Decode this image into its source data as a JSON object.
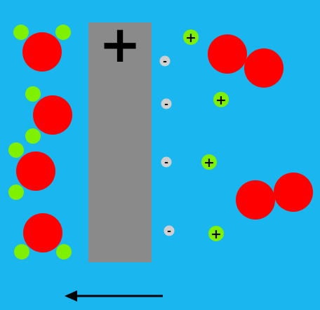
{
  "colors": {
    "water": "#1ab6f0",
    "electrode": "#8a8a8a",
    "oxygen": "#ff0000",
    "hydrogen": "#7ff000",
    "electron": "#cfcfcf",
    "arrow": "#000000"
  },
  "electrode": {
    "polarity_label": "+"
  },
  "electrons": [
    {
      "label": "-"
    },
    {
      "label": "-"
    },
    {
      "label": "-"
    },
    {
      "label": "-"
    }
  ],
  "hydrogen_ions": [
    {
      "label": "+"
    },
    {
      "label": "+"
    },
    {
      "label": "+"
    },
    {
      "label": "+"
    }
  ],
  "water_molecules": [
    {
      "atoms": "H2O"
    },
    {
      "atoms": "H2O"
    },
    {
      "atoms": "H2O"
    },
    {
      "atoms": "H2O"
    }
  ],
  "oxygen_molecules": [
    {
      "atoms": "O2"
    },
    {
      "atoms": "O2"
    }
  ],
  "arrow": {
    "direction": "left",
    "icon": "left-arrow-icon"
  }
}
